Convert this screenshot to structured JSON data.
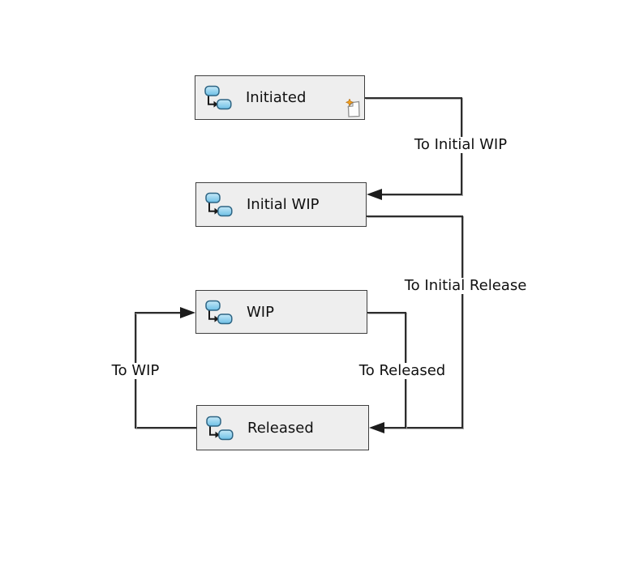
{
  "diagram": {
    "title": "workflow-state-diagram",
    "states": [
      {
        "label": "Initiated",
        "icon": "workflow-state-icon",
        "badge_icon": "start-state-icon"
      },
      {
        "label": "Initial WIP",
        "icon": "workflow-state-icon"
      },
      {
        "label": "WIP",
        "icon": "workflow-state-icon"
      },
      {
        "label": "Released",
        "icon": "workflow-state-icon"
      }
    ],
    "transitions": [
      {
        "label": "To Initial WIP",
        "from": "Initiated",
        "to": "Initial WIP"
      },
      {
        "label": "To Initial Release",
        "from": "Initial WIP",
        "to": "Released"
      },
      {
        "label": "To Released",
        "from": "WIP",
        "to": "Released"
      },
      {
        "label": "To WIP",
        "from": "Released",
        "to": "WIP"
      }
    ],
    "colors": {
      "background": "#ffffff",
      "state_fill": "#eeeeee",
      "state_border": "#3f3f3f",
      "connector": "#2d2d2d",
      "text": "#101010",
      "icon_blue_fill": "#86cbe8",
      "icon_blue_stroke": "#2d6483",
      "start_star": "#f2a01e"
    }
  }
}
